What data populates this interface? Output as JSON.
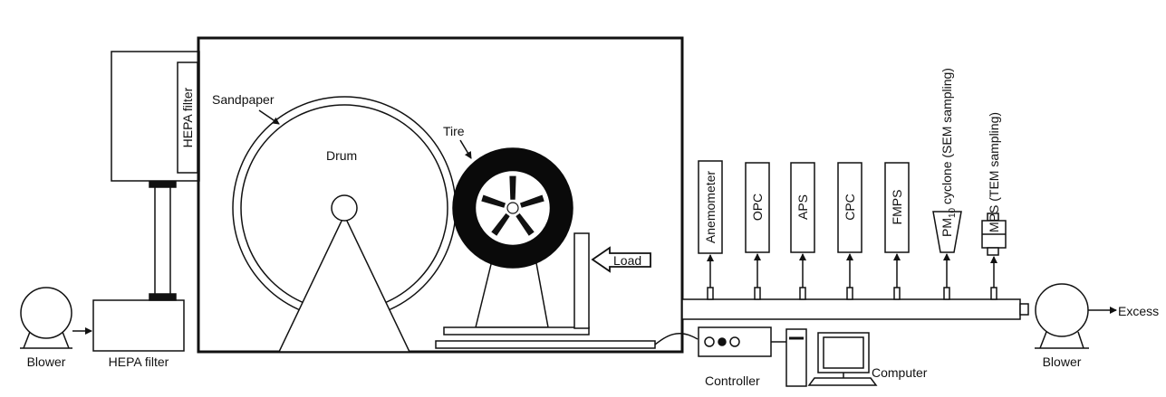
{
  "labels": {
    "sandpaper": "Sandpaper",
    "drum": "Drum",
    "tire": "Tire",
    "hepa_filter_top": "HEPA filter",
    "hepa_filter_bottom": "HEPA filter",
    "blower_left": "Blower",
    "blower_right": "Blower",
    "load": "Load",
    "excess": "Excess",
    "controller": "Controller",
    "computer": "Computer"
  },
  "instruments": {
    "anemometer": "Anemometer",
    "opc": "OPC",
    "aps": "APS",
    "cpc": "CPC",
    "fmps": "FMPS",
    "pm10_prefix": "PM",
    "pm10_sub": "10",
    "pm10_suffix": " cyclone (SEM sampling)",
    "mps": "MPS (TEM sampling)"
  },
  "colors": {
    "line": "#111111",
    "fill": "#ffffff",
    "tire": "#0a0a0a"
  }
}
